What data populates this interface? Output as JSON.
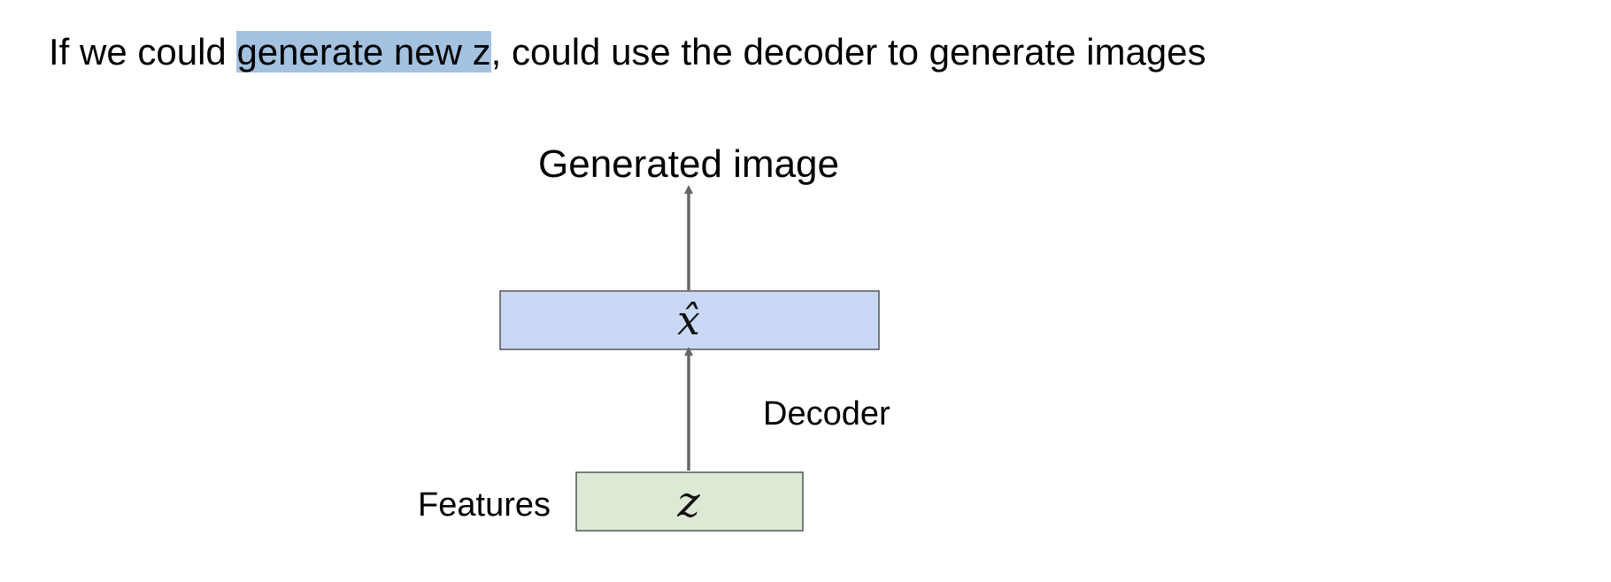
{
  "slide": {
    "headline_before": "If we could ",
    "headline_highlight": "generate new z",
    "headline_after": ", could use the decoder to generate images",
    "highlight_color": "#a4c2df"
  },
  "diagram": {
    "output_label": "Generated image",
    "xhat_box": {
      "symbol": "x̂",
      "fill": "#c9d9f5"
    },
    "decoder_label": "Decoder",
    "z_box": {
      "symbol": "z",
      "fill": "#dce9d5"
    },
    "features_label": "Features",
    "arrow_color": "#666666"
  }
}
